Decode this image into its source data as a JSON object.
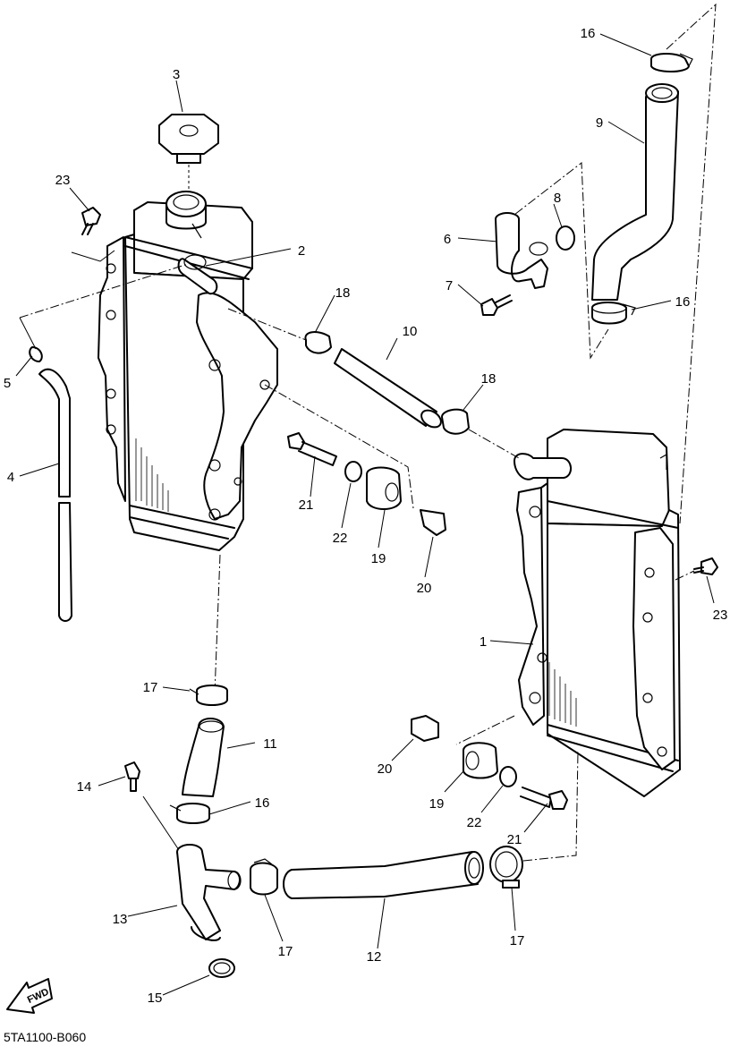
{
  "diagram_code": "5TA1100-B060",
  "fwd_label": "FWD",
  "callouts": {
    "c1": "1",
    "c2": "2",
    "c3": "3",
    "c4": "4",
    "c5": "5",
    "c6": "6",
    "c7": "7",
    "c8": "8",
    "c9": "9",
    "c10": "10",
    "c11": "11",
    "c12": "12",
    "c13": "13",
    "c14": "14",
    "c15": "15",
    "c16a": "16",
    "c16b": "16",
    "c16c": "16",
    "c17a": "17",
    "c17b": "17",
    "c17c": "17",
    "c18a": "18",
    "c18b": "18",
    "c19a": "19",
    "c19b": "19",
    "c20a": "20",
    "c20b": "20",
    "c21a": "21",
    "c21b": "21",
    "c22a": "22",
    "c22b": "22",
    "c23a": "23",
    "c23b": "23"
  }
}
